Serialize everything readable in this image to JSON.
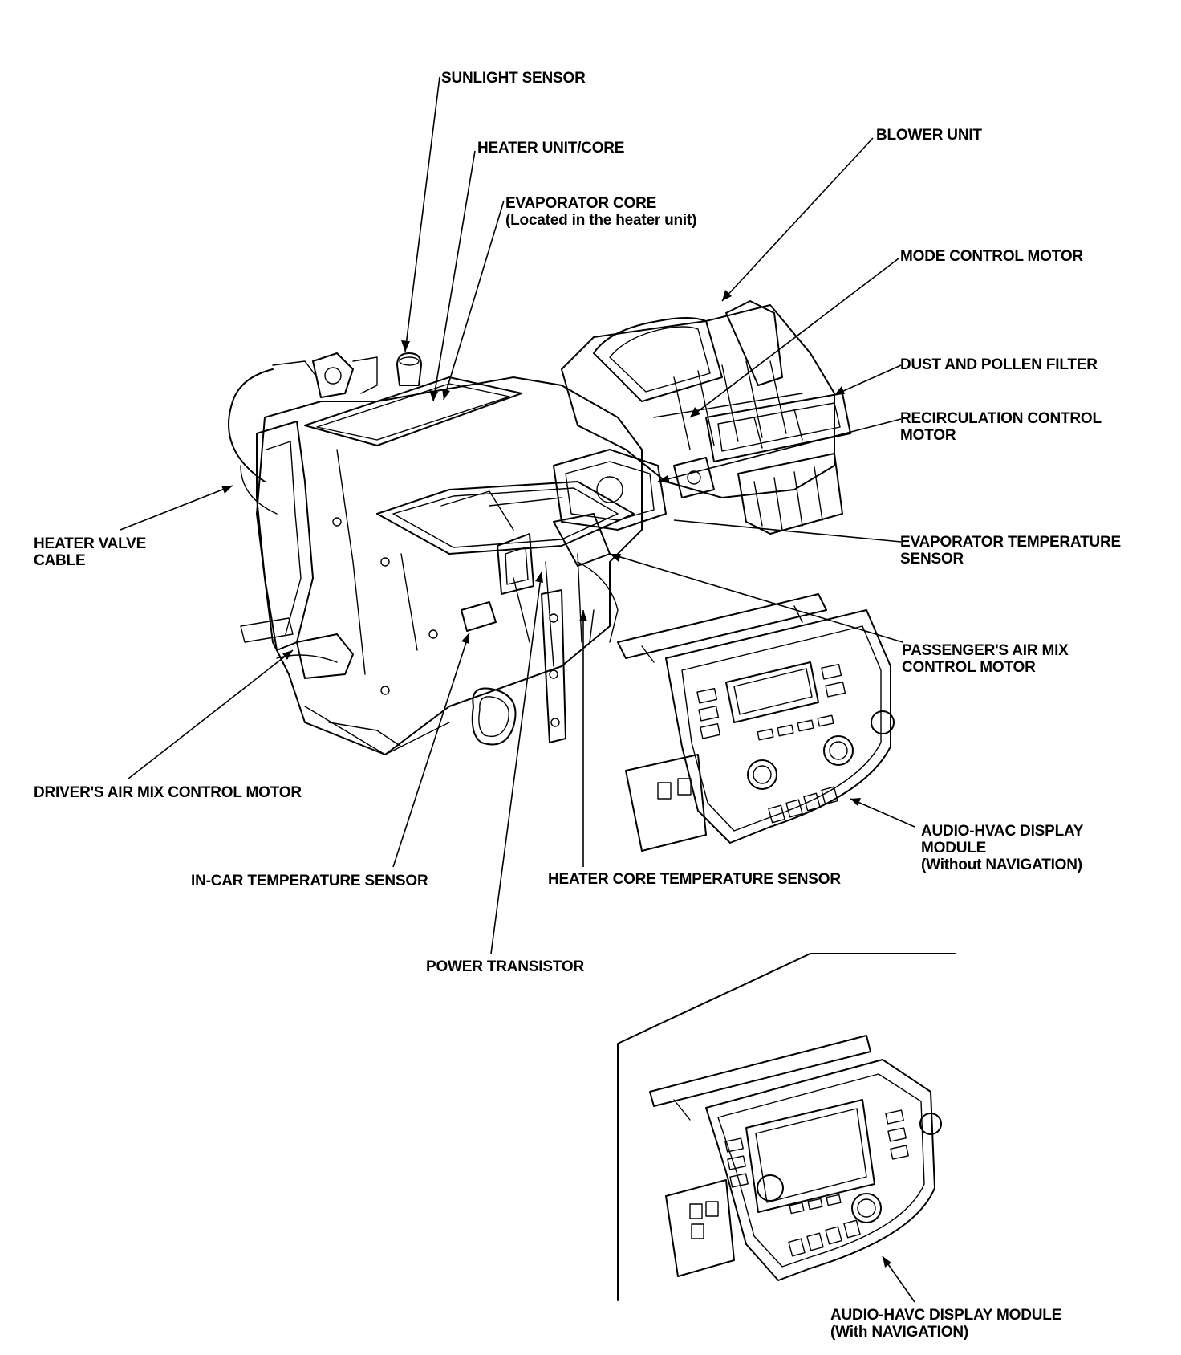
{
  "labels": {
    "sunlight_sensor": "SUNLIGHT SENSOR",
    "heater_unit_core": "HEATER UNIT/CORE",
    "evaporator_core": "EVAPORATOR CORE",
    "evaporator_core_note": "(Located in the heater unit)",
    "blower_unit": "BLOWER UNIT",
    "mode_control_motor": "MODE CONTROL MOTOR",
    "dust_pollen_filter": "DUST AND POLLEN FILTER",
    "recirc_control_motor_1": "RECIRCULATION CONTROL",
    "recirc_control_motor_2": "MOTOR",
    "evap_temp_sensor_1": "EVAPORATOR TEMPERATURE",
    "evap_temp_sensor_2": "SENSOR",
    "heater_valve_cable_1": "HEATER VALVE",
    "heater_valve_cable_2": "CABLE",
    "passenger_air_mix_1": "PASSENGER'S AIR MIX",
    "passenger_air_mix_2": "CONTROL MOTOR",
    "driver_air_mix": "DRIVER'S AIR MIX CONTROL MOTOR",
    "audio_hvac_1": "AUDIO-HVAC DISPLAY",
    "audio_hvac_2": "MODULE",
    "audio_hvac_3": "(Without NAVIGATION)",
    "in_car_temp_sensor": "IN-CAR TEMPERATURE SENSOR",
    "heater_core_temp_sensor": "HEATER CORE TEMPERATURE SENSOR",
    "power_transistor": "POWER TRANSISTOR",
    "audio_havc_nav_1": "AUDIO-HAVC DISPLAY MODULE",
    "audio_havc_nav_2": "(With NAVIGATION)"
  }
}
